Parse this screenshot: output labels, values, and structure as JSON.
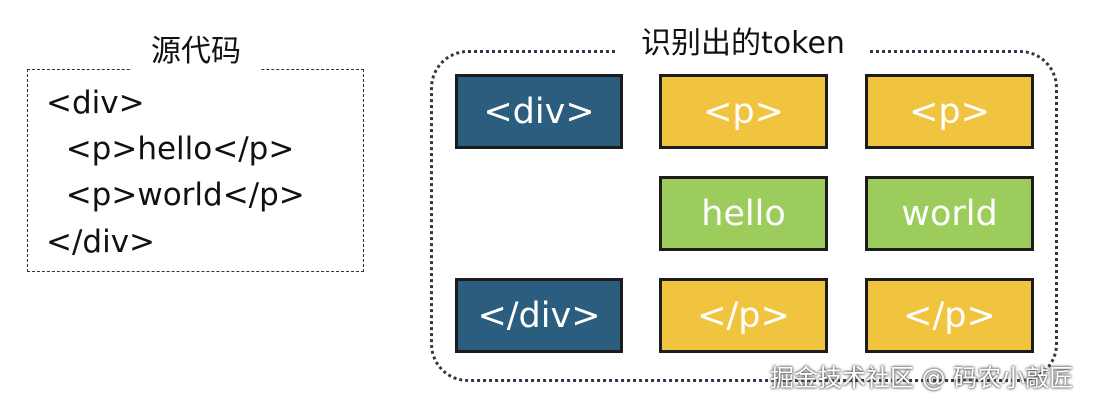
{
  "source": {
    "title": "源代码",
    "lines": [
      "<div>",
      "  <p>hello</p>",
      "  <p>world</p>",
      "</div>"
    ]
  },
  "tokens": {
    "title": "识别出的token",
    "row1": [
      "<div>",
      "<p>",
      "<p>"
    ],
    "row2": [
      "hello",
      "world"
    ],
    "row3": [
      "</div>",
      "</p>",
      "</p>"
    ]
  },
  "watermark": "掘金技术社区 @ 码农小敲匠",
  "colors": {
    "div_token": "#2b5d7e",
    "tag_token": "#f1c440",
    "text_token": "#9ccc5c"
  }
}
